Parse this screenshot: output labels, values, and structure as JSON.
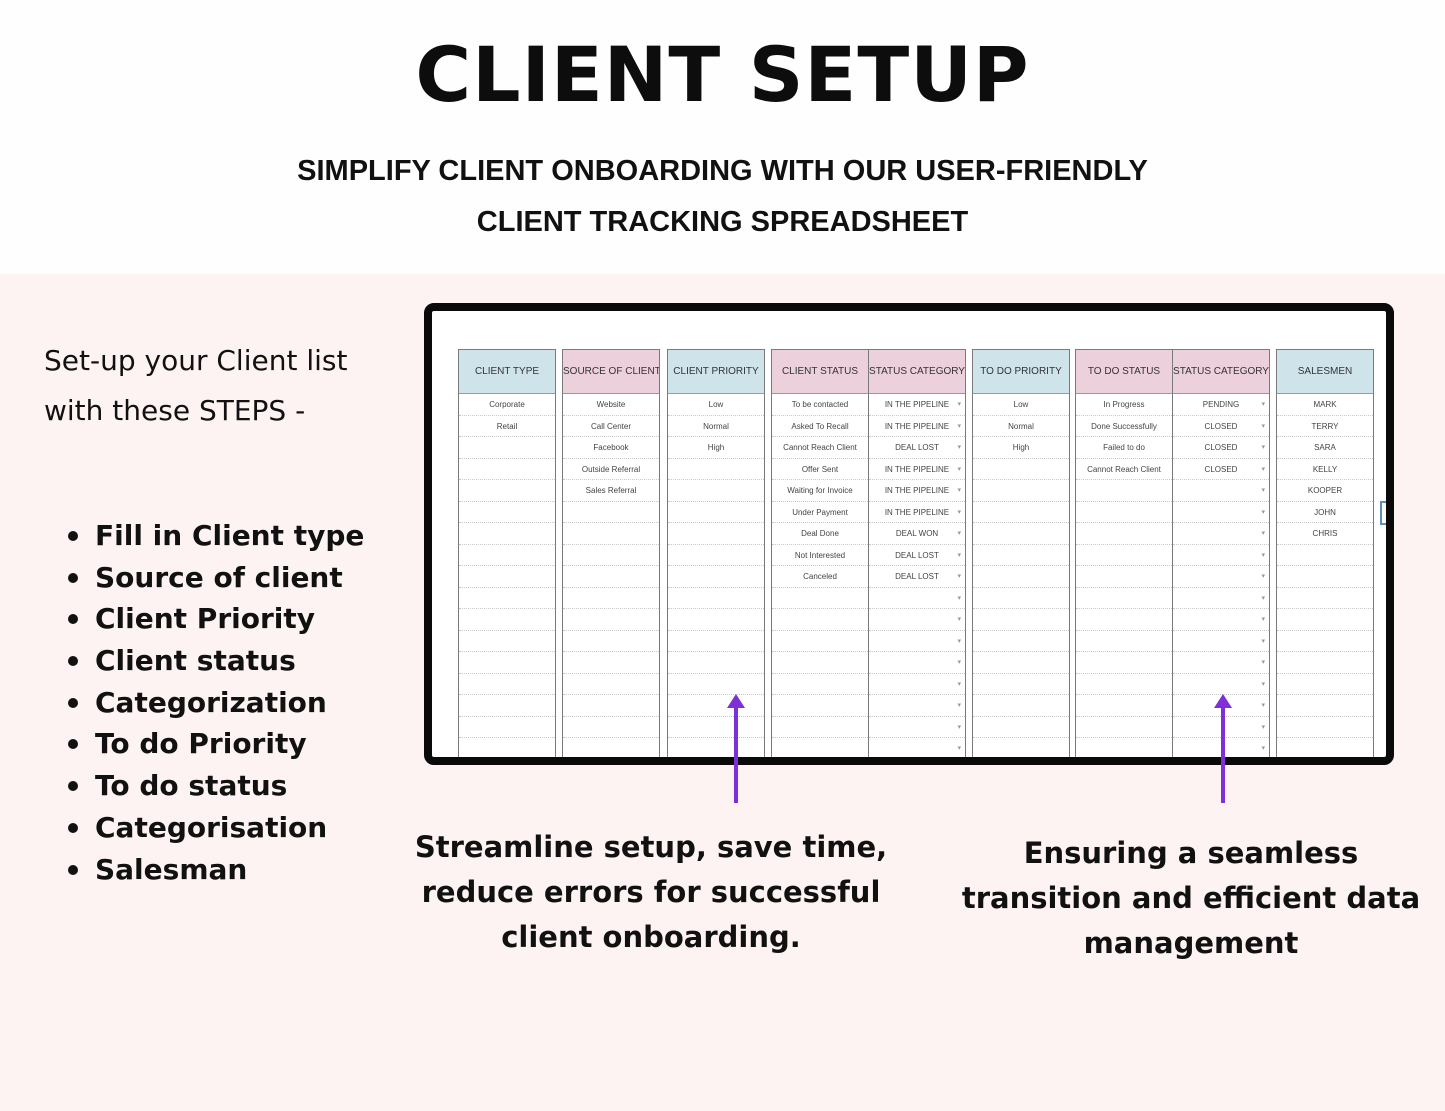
{
  "title": "CLIENT SETUP",
  "subtitle": {
    "line1": "SIMPLIFY CLIENT ONBOARDING WITH OUR USER-FRIENDLY",
    "line2": "CLIENT TRACKING SPREADSHEET"
  },
  "intro": {
    "line1": "Set-up your Client list",
    "line2": "with these STEPS -"
  },
  "steps": [
    "Fill in Client type",
    "Source of client",
    "Client Priority",
    "Client status",
    "Categorization",
    "To do Priority",
    "To do status",
    "Categorisation",
    "Salesman"
  ],
  "spreadsheet": {
    "columns": [
      {
        "header": "CLIENT TYPE",
        "color": "blue",
        "cells": [
          "Corporate",
          "Retail"
        ],
        "dropdown": false
      },
      {
        "header": "SOURCE OF CLIENT",
        "color": "pink",
        "cells": [
          "Website",
          "Call Center",
          "Facebook",
          "Outside Referral",
          "Sales Referral"
        ],
        "dropdown": false
      },
      {
        "header": "CLIENT PRIORITY",
        "color": "blue",
        "cells": [
          "Low",
          "Normal",
          "High"
        ],
        "dropdown": false
      },
      {
        "header": "CLIENT STATUS",
        "color": "pink",
        "cells": [
          "To be contacted",
          "Asked To Recall",
          "Cannot Reach Client",
          "Offer Sent",
          "Waiting for Invoice",
          "Under Payment",
          "Deal Done",
          "Not Interested",
          "Canceled"
        ],
        "dropdown": false
      },
      {
        "header": "STATUS CATEGORY",
        "color": "pink",
        "cells": [
          "IN THE PIPELINE",
          "IN THE PIPELINE",
          "DEAL LOST",
          "IN THE PIPELINE",
          "IN THE PIPELINE",
          "IN THE PIPELINE",
          "DEAL WON",
          "DEAL LOST",
          "DEAL LOST"
        ],
        "dropdown": true
      },
      {
        "header": "TO DO PRIORITY",
        "color": "blue",
        "cells": [
          "Low",
          "Normal",
          "High"
        ],
        "dropdown": false
      },
      {
        "header": "TO DO STATUS",
        "color": "pink",
        "cells": [
          "In Progress",
          "Done Successfully",
          "Failed to do",
          "Cannot Reach Client"
        ],
        "dropdown": false
      },
      {
        "header": "STATUS CATEGORY",
        "color": "pink",
        "cells": [
          "PENDING",
          "CLOSED",
          "CLOSED",
          "CLOSED"
        ],
        "dropdown": true
      },
      {
        "header": "SALESMEN",
        "color": "blue",
        "cells": [
          "MARK",
          "TERRY",
          "SARA",
          "KELLY",
          "KOOPER",
          "JOHN",
          "CHRIS"
        ],
        "dropdown": false
      }
    ]
  },
  "notes": {
    "left": [
      "Streamline setup, save time,",
      "reduce errors for successful",
      "client onboarding."
    ],
    "right": [
      "Ensuring a seamless",
      "transition and efficient data",
      "management"
    ]
  },
  "colors": {
    "header_blue": "#cfe4ea",
    "header_pink": "#ecd1dd",
    "arrow": "#7e2fd8",
    "background_lower": "#fdf3f2"
  }
}
